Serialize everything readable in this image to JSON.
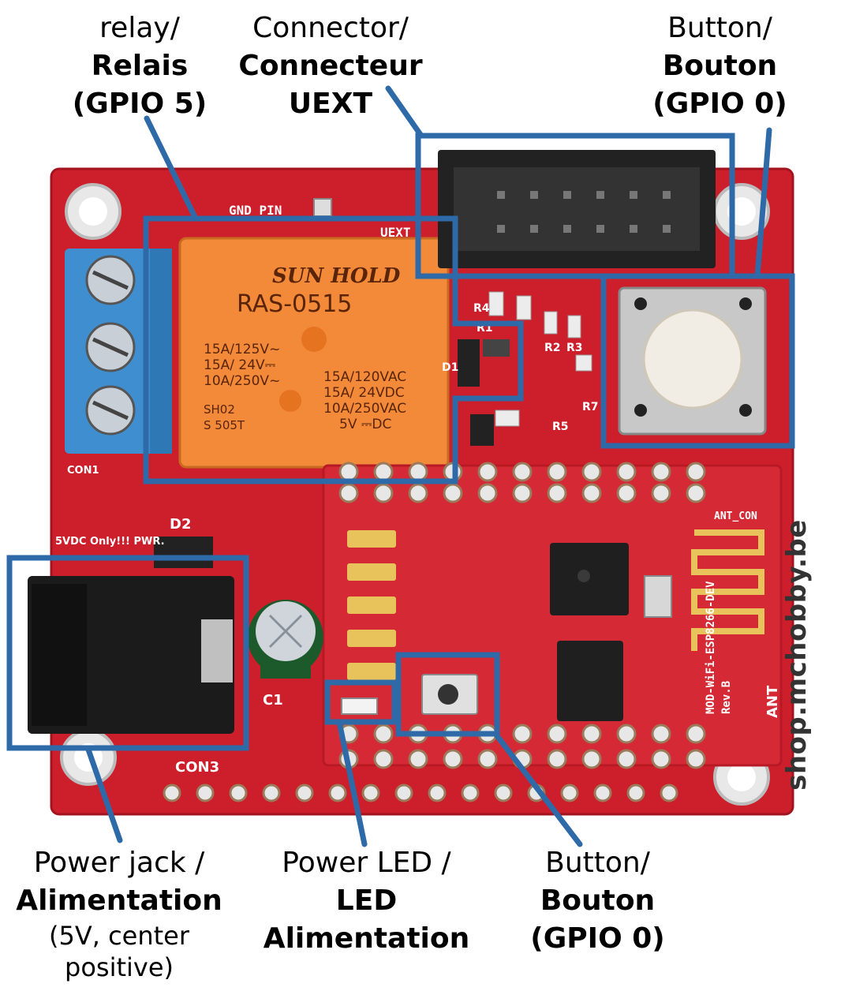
{
  "labels": {
    "relay": {
      "line1": "relay/",
      "line2": "Relais",
      "line3": "(GPIO 5)"
    },
    "connector": {
      "line1": "Connector/",
      "line2": "Connecteur",
      "line3": "UEXT"
    },
    "button_top": {
      "line1": "Button/",
      "line2": "Bouton",
      "line3": "(GPIO 0)"
    },
    "power_jack": {
      "line1": "Power jack /",
      "line2": "Alimentation",
      "line3": "(5V, center",
      "line4": "positive)"
    },
    "power_led": {
      "line1": "Power LED /",
      "line2": "LED",
      "line3": "Alimentation"
    },
    "button_bottom": {
      "line1": "Button/",
      "line2": "Bouton",
      "line3": "(GPIO 0)"
    }
  },
  "watermark": "shop.mchobby.be",
  "board": {
    "silk": {
      "gnd_pin": "GND_PIN",
      "uext": "UEXT",
      "con1": "CON1",
      "con3": "CON3",
      "d2": "D2",
      "pwr": "5VDC Only!!! PWR.",
      "c1": "C1",
      "r4": "R4",
      "r1": "R1",
      "r2": "R2",
      "r3": "R3",
      "d1": "D1",
      "r5": "R5",
      "r7": "R7",
      "module_name": "MOD-WiFi-ESP8266-DEV",
      "module_rev": "Rev.B",
      "ant": "ANT",
      "ant_con": "ANT_CON"
    },
    "relay_text": {
      "brand": "SUN HOLD",
      "model": "RAS-0515",
      "left_ratings": [
        "15A/125V~",
        "15A/ 24V⎓",
        "10A/250V~"
      ],
      "right_ratings": [
        "15A/120VAC",
        "15A/ 24VDC",
        "10A/250VAC",
        "5V ⎓DC"
      ],
      "code1": "SH02",
      "code2": "S 505T"
    }
  },
  "colors": {
    "highlight": "#2e6aa8",
    "pcb": "#cc1f2b",
    "relay": "#f38a3a",
    "terminal": "#3f8fd0"
  }
}
